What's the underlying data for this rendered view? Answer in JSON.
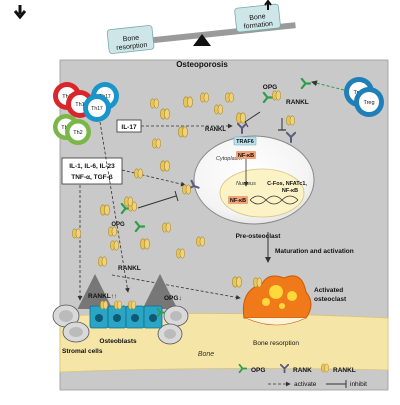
{
  "balance": {
    "left_label_1": "Bone",
    "left_label_2": "resorption",
    "right_label_1": "Bone",
    "right_label_2": "formation"
  },
  "title": "Osteoporosis",
  "cells": {
    "th1_a": "Th1",
    "th1_b": "Th1",
    "th17_a": "Th17",
    "th17_b": "Th17",
    "th2_a": "Th2",
    "th2_b": "Th2",
    "treg_a": "Treg",
    "treg_b": "Treg"
  },
  "labels": {
    "il17": "IL-17",
    "cytokines_1": "IL-1, IL-6, IL-23",
    "cytokines_2": "TNF-α, TGF-β",
    "rankl_top": "RANKL",
    "opg_top": "OPG",
    "rankl_right": "RANKL",
    "traf6": "TRAF6",
    "nfkb_top": "NF-κB",
    "cytoplasm": "Cytoplasm",
    "nucleus": "Nucleus",
    "nfkb_nuc": "NF-κB",
    "tf_1": "C-Fos, NFATc1,",
    "tf_2": "NF-κB",
    "pre_osteoclast": "Pre-osteoclast",
    "opg_mid": "OPG",
    "rankl_mid": "RANKL",
    "maturation": "Maturation and activation",
    "activated_1": "Activated",
    "activated_2": "osteoclast",
    "rankl_up": "RANKL↑↑",
    "opg_down": "OPG↓",
    "stromal": "Stromal cells",
    "osteoblasts": "Osteoblasts",
    "bone_resorption": "Bone resorption",
    "bone": "Bone"
  },
  "legend": {
    "opg": "OPG",
    "rank": "RANK",
    "rankl": "RANKL",
    "activate": "activate",
    "inhibit": "inhibit"
  },
  "colors": {
    "panel_bg": "#c9c9c9",
    "bone": "#f5e6a8",
    "th1": "#d9262c",
    "th17": "#1a95c9",
    "th2": "#7ab648",
    "treg": "#1f7fb8",
    "osteoclast": "#f07a1a",
    "nfkb": "#f3a37a",
    "osteoblast": "#2aa5c6",
    "rankl": "#e8c55a",
    "rank": "#5a5a80",
    "opg": "#2e9e4a"
  }
}
